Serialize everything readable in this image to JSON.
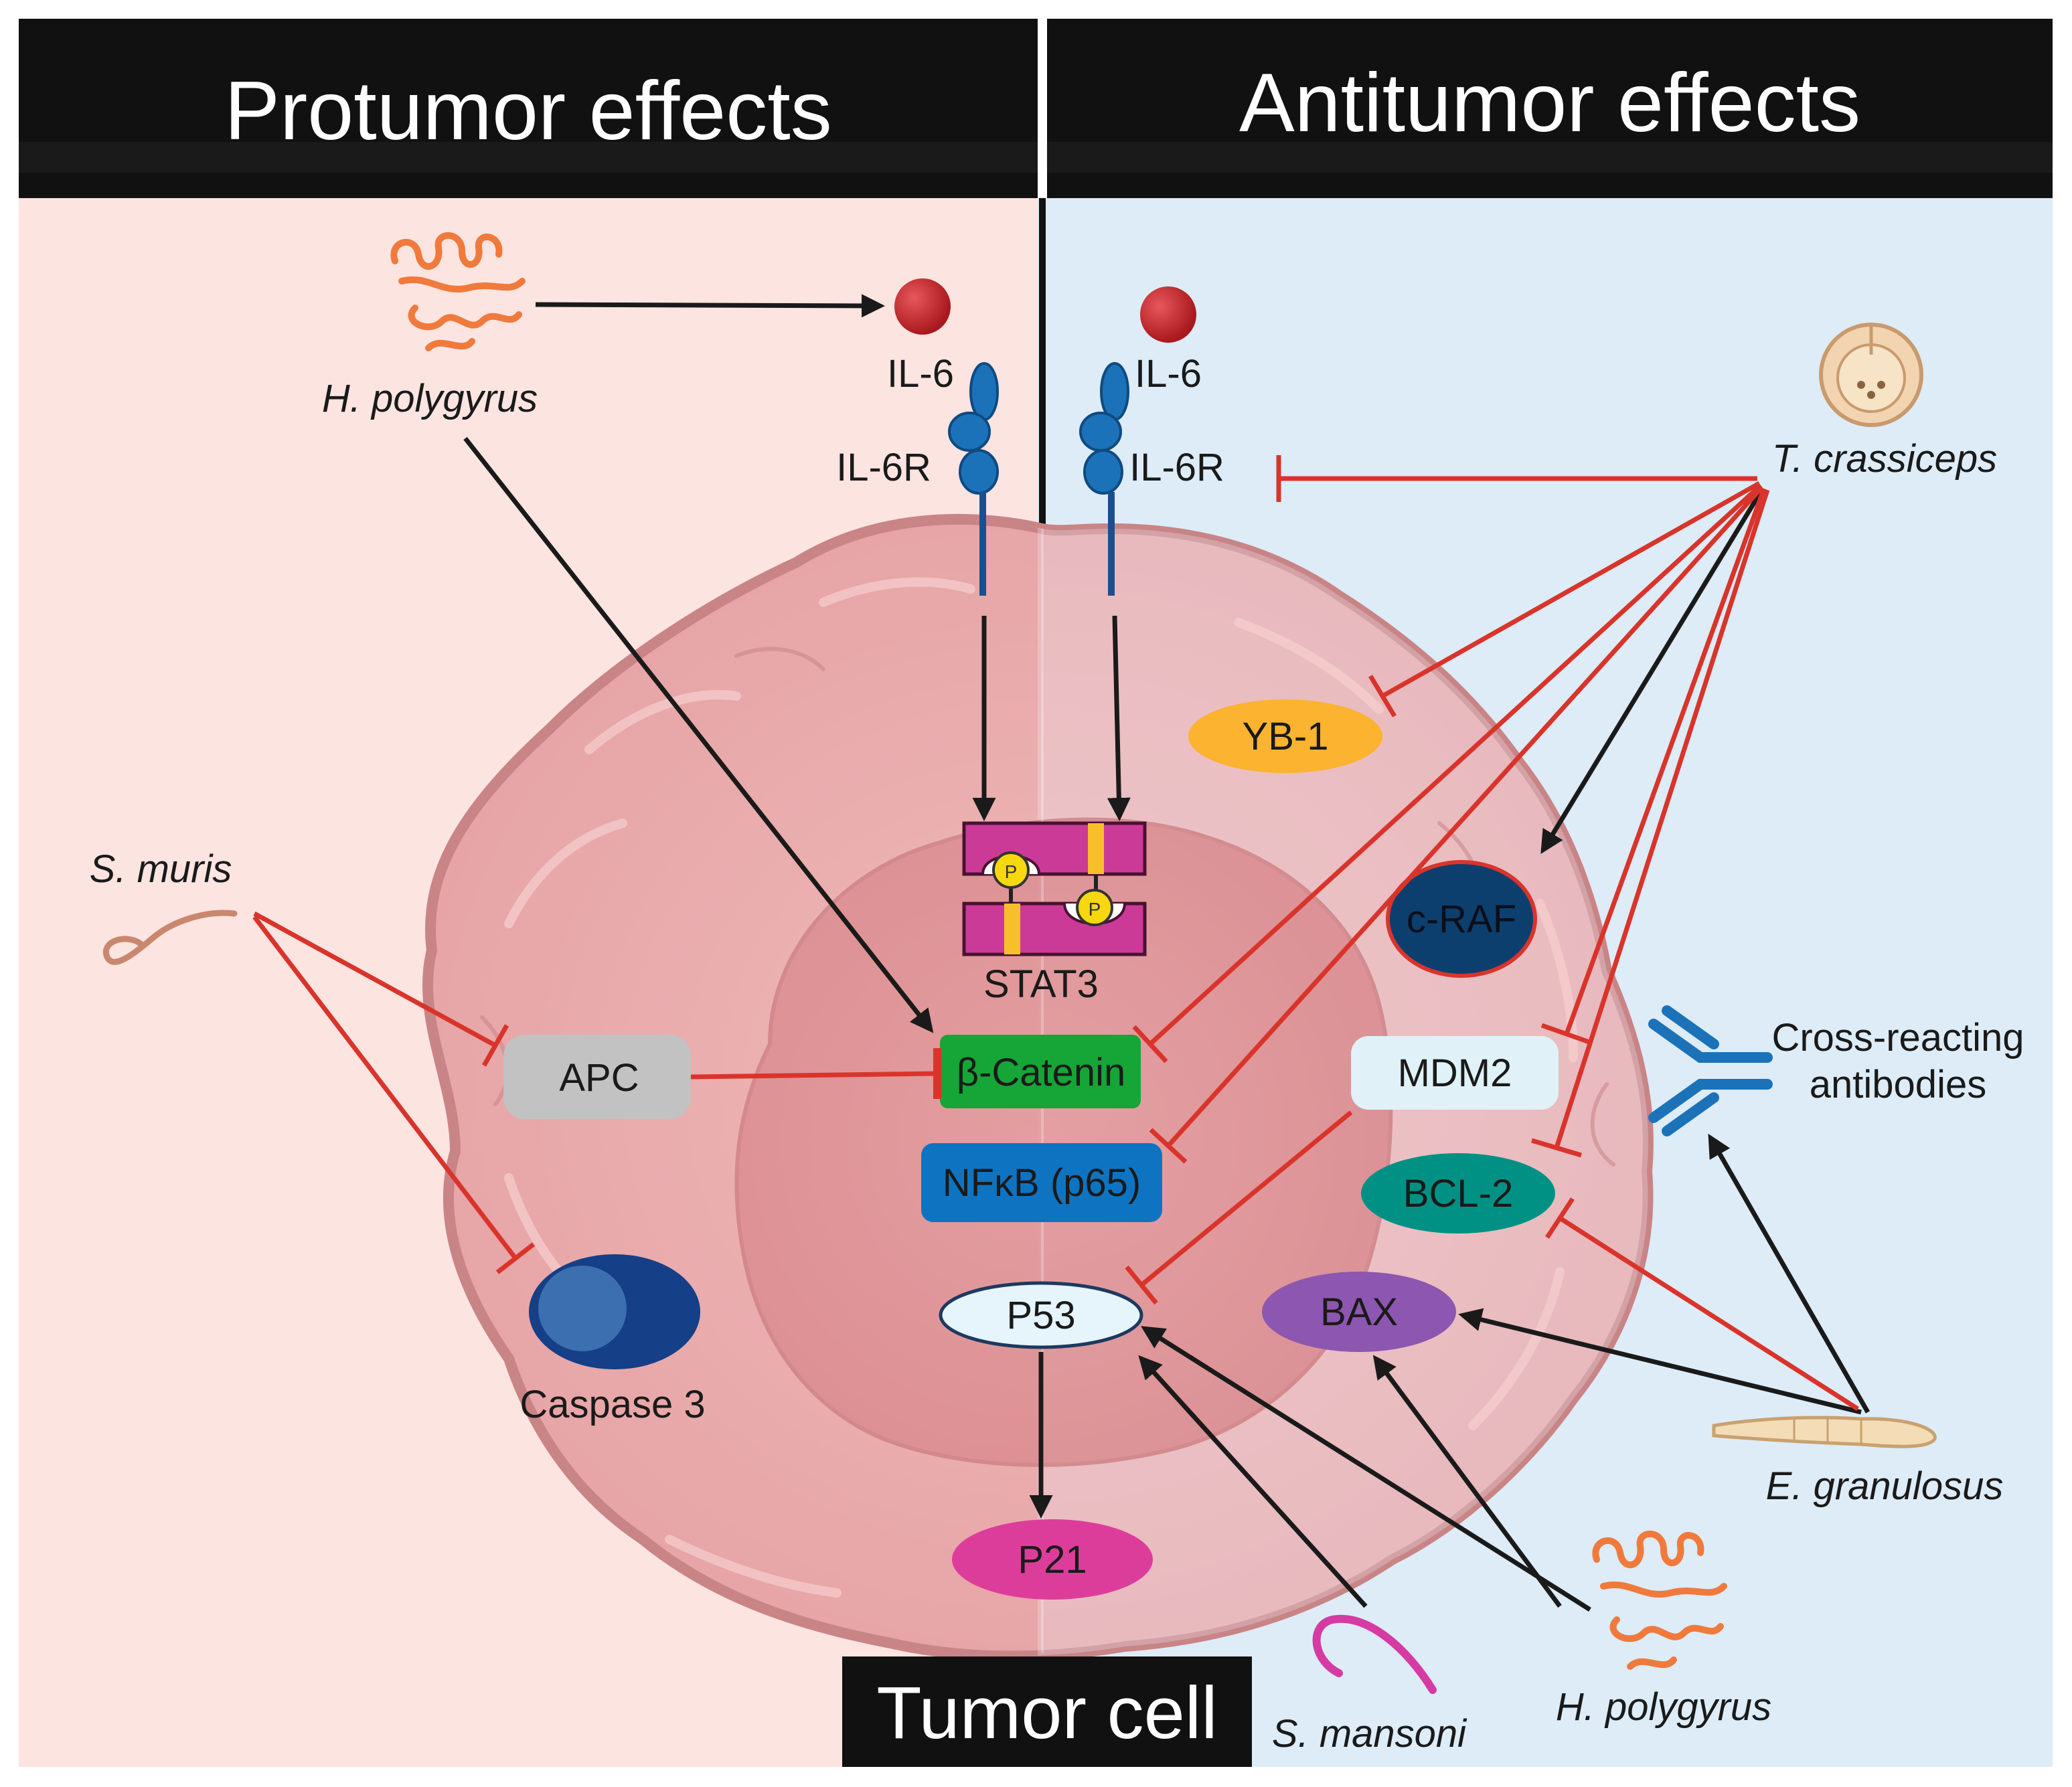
{
  "header": {
    "left_title": "Protumor effects",
    "right_title": "Antitumor effects"
  },
  "footer": {
    "label": "Tumor cell"
  },
  "colors": {
    "protumor_bg": "#fce4e1",
    "antitumor_bg": "#ddecf7",
    "header_bg": "#111111",
    "activation": "#1a1a1a",
    "inhibition": "#d9342b"
  },
  "organisms": {
    "h_polygyrus_top": "H. polygyrus",
    "s_muris": "S. muris",
    "t_crassiceps": "T. crassiceps",
    "e_granulosus": "E. granulosus",
    "s_mansoni": "S. mansoni",
    "h_polygyrus_bottom": "H. polygyrus",
    "cross_reacting": [
      "Cross-reacting",
      "antibodies"
    ]
  },
  "molecules": {
    "il6_left": "IL-6",
    "il6r_left": "IL-6R",
    "il6_right": "IL-6",
    "il6r_right": "IL-6R",
    "stat3": "STAT3",
    "phospho": "P",
    "yb1": "YB-1",
    "craf": "c-RAF",
    "mdm2": "MDM2",
    "bcl2": "BCL-2",
    "bax": "BAX",
    "apc": "APC",
    "beta_catenin": "β-Catenin",
    "nfkb": "NFκB (p65)",
    "p53": "P53",
    "p21": "P21",
    "caspase3": "Caspase 3"
  }
}
